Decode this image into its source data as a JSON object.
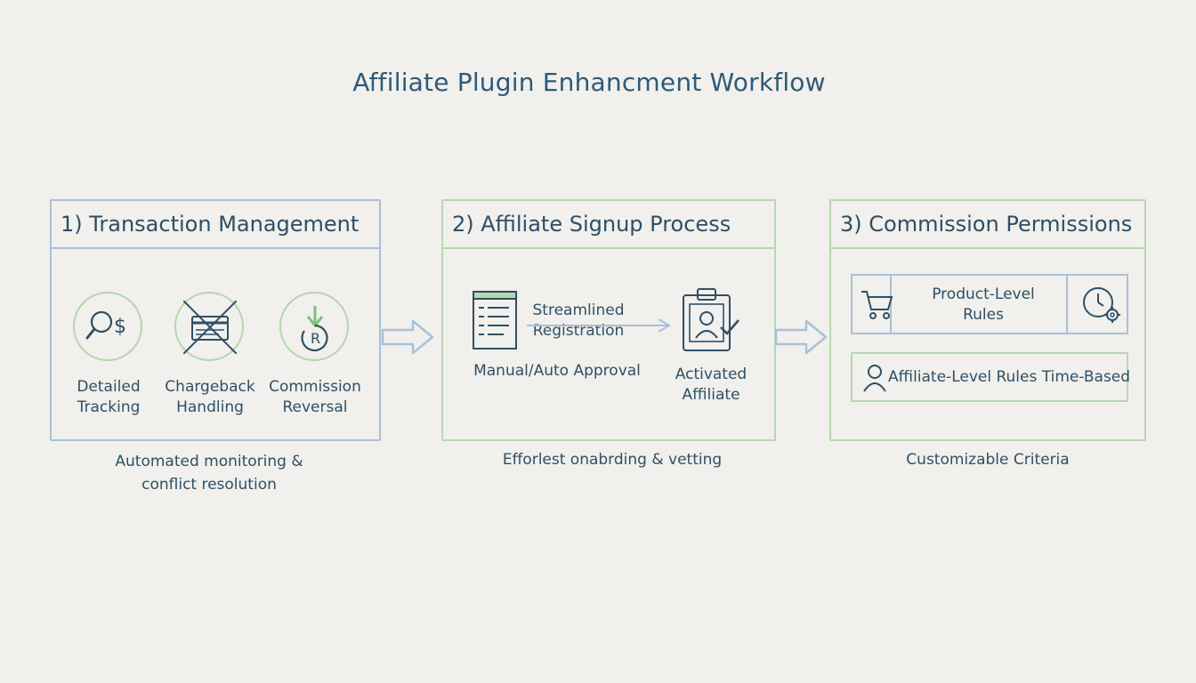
{
  "title": "Affiliate Plugin Enhancment Workflow",
  "panels": [
    {
      "heading": "1) Transaction Management",
      "items": [
        {
          "label_line1": "Detailed",
          "label_line2": "Tracking",
          "icon": "magnifier-dollar-icon"
        },
        {
          "label_line1": "Chargeback",
          "label_line2": "Handling",
          "icon": "crossed-card-icon"
        },
        {
          "label_line1": "Commission",
          "label_line2": "Reversal",
          "icon": "reversal-arrow-icon"
        }
      ],
      "caption_line1": "Automated monitoring &",
      "caption_line2": "conflict resolution"
    },
    {
      "heading": "2) Affiliate Signup Process",
      "flow_label_line1": "Streamlined",
      "flow_label_line2": "Registration",
      "approval_label": "Manual/Auto Approval",
      "activated_line1": "Activated",
      "activated_line2": "Affiliate",
      "caption": "Efforlest onabrding & vetting"
    },
    {
      "heading": "3) Commission Permissions",
      "product_rules_line1": "Product-Level",
      "product_rules_line2": "Rules",
      "affiliate_rules": "Affiliate-Level Rules Time-Based",
      "caption": "Customizable Criteria"
    }
  ],
  "colors": {
    "blue_border": "#a9c0d8",
    "green_border": "#b6d9b0",
    "text": "#2f4f66",
    "title": "#2e5a78"
  }
}
